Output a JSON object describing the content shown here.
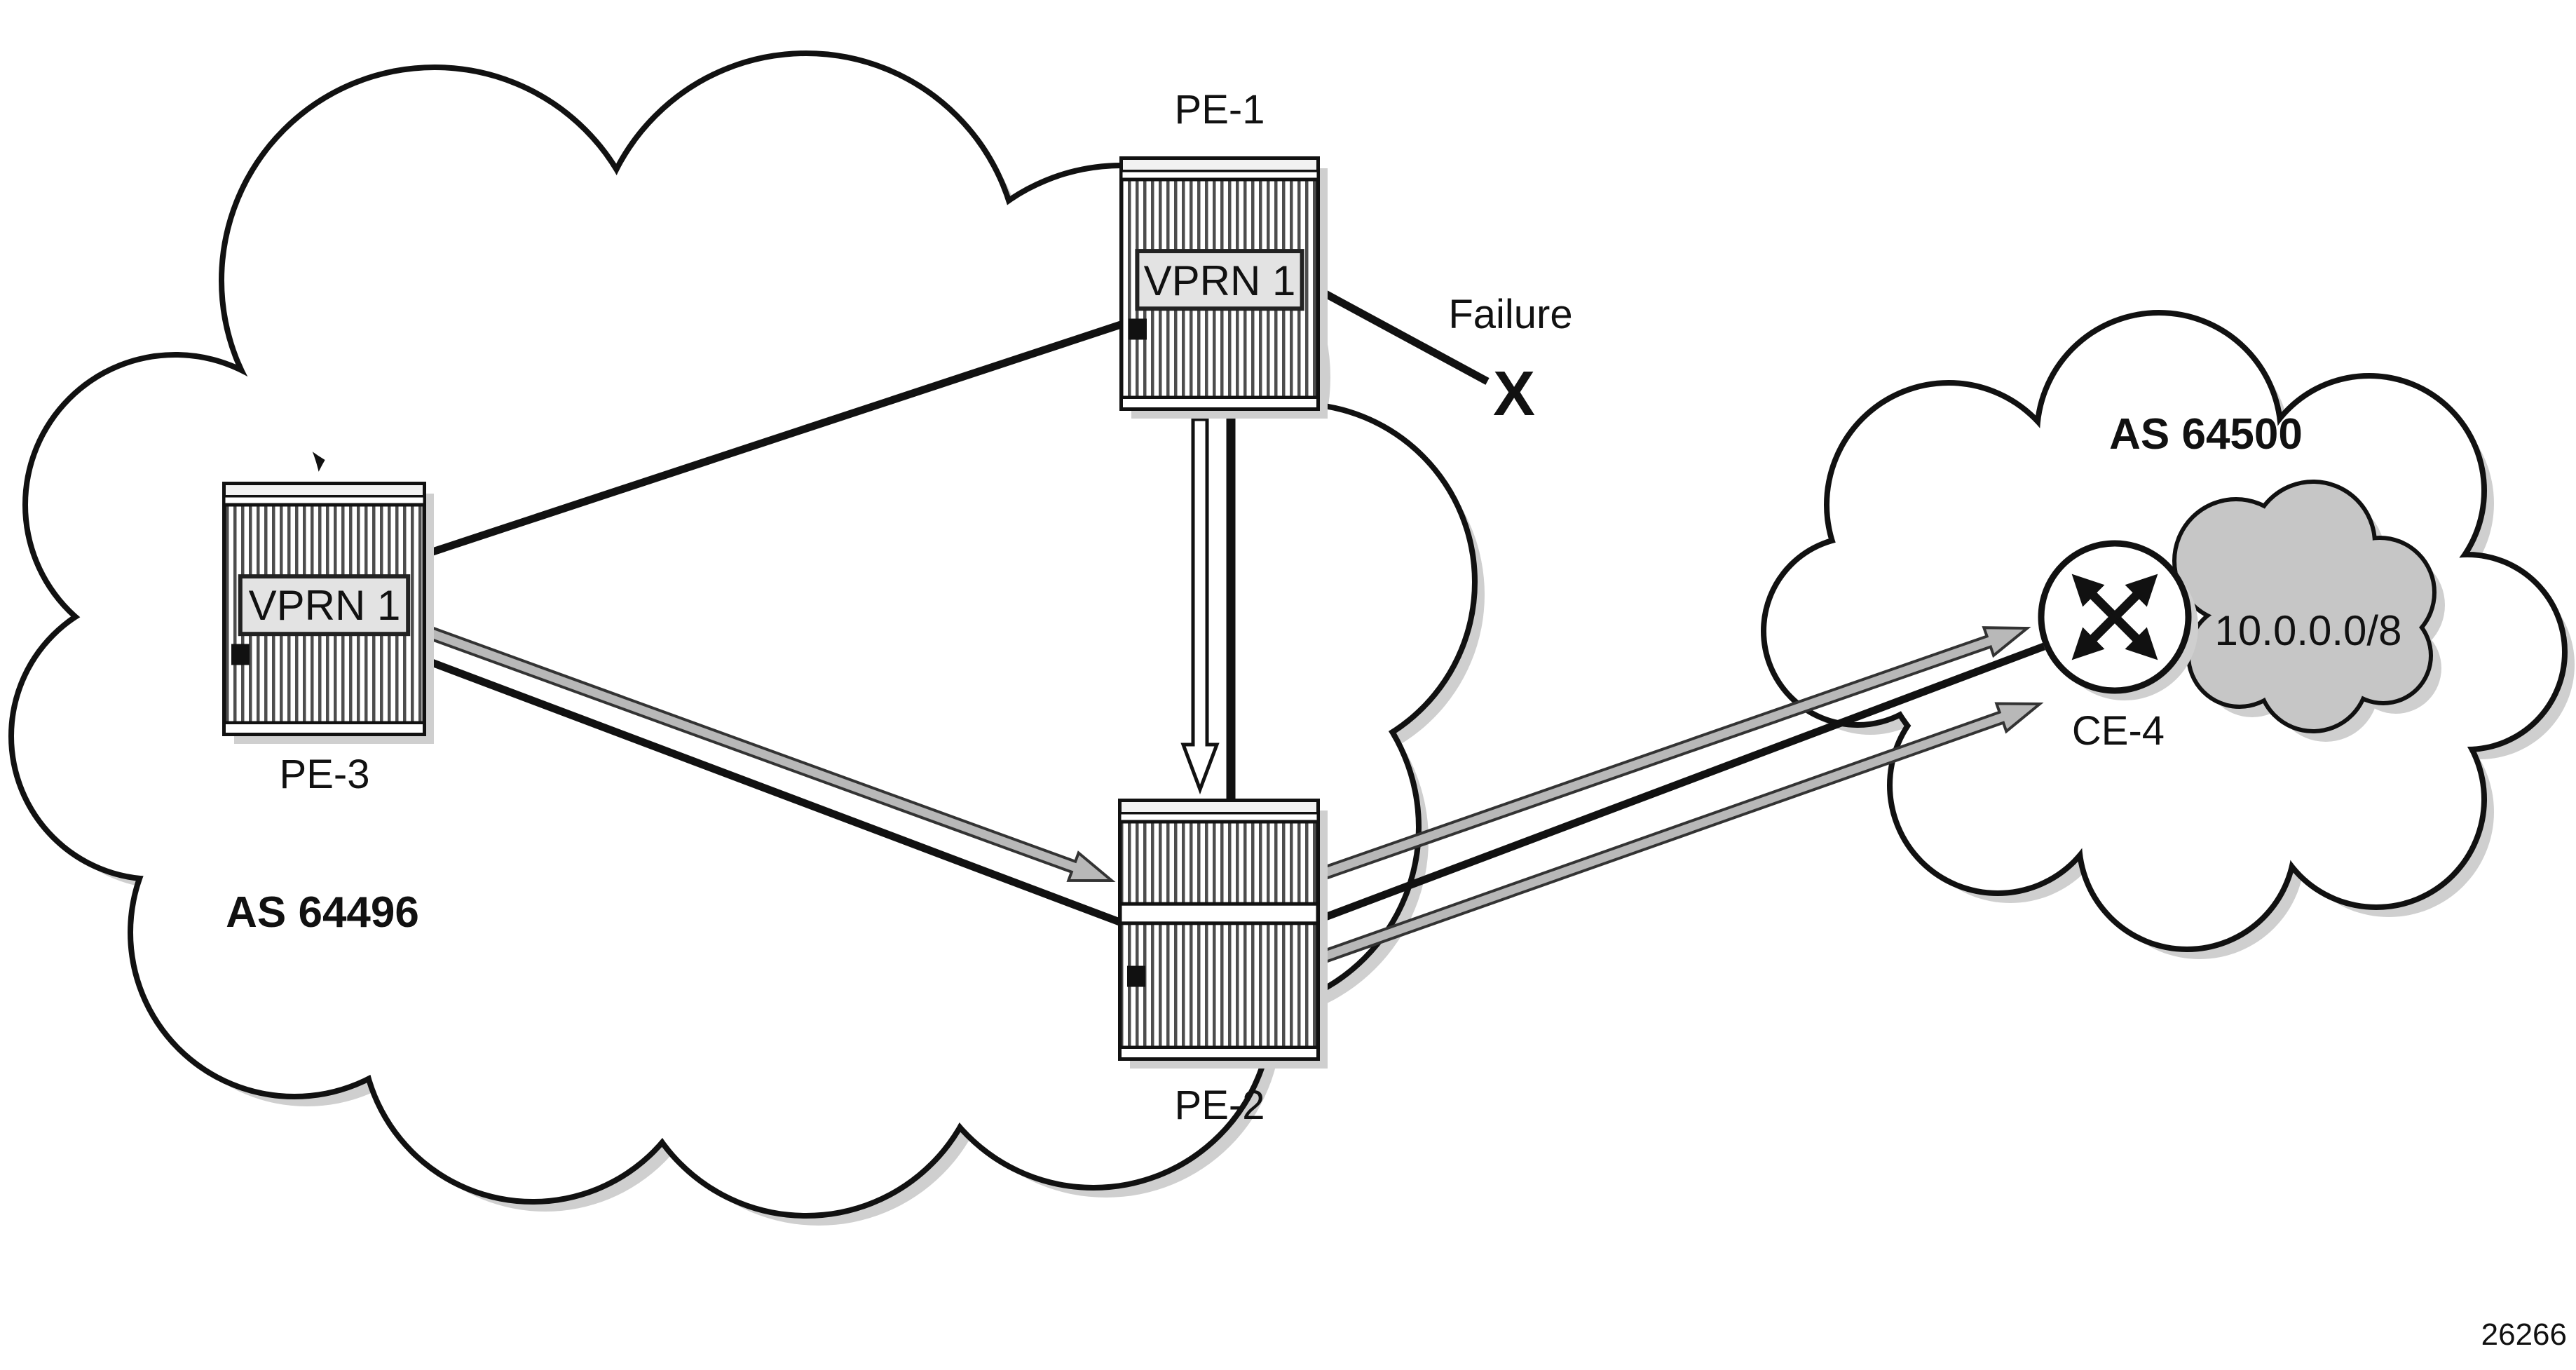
{
  "nodes": {
    "pe1": {
      "label": "PE-1",
      "vprn": "VPRN 1"
    },
    "pe2": {
      "label": "PE-2"
    },
    "pe3": {
      "label": "PE-3",
      "vprn": "VPRN 1"
    },
    "ce4": {
      "label": "CE-4"
    }
  },
  "clouds": {
    "as64496": {
      "label": "AS 64496"
    },
    "as64500": {
      "label": "AS 64500"
    },
    "prefix": {
      "label": "10.0.0.0/8"
    }
  },
  "annotations": {
    "failure_label": "Failure",
    "failure_mark": "X",
    "figure_number": "26266"
  },
  "colors": {
    "outline": "#111111",
    "arrow_gray": "#b8b8b8",
    "prefix_cloud_gray": "#c6c6c6",
    "shadow_gray": "#cfcfcf"
  }
}
